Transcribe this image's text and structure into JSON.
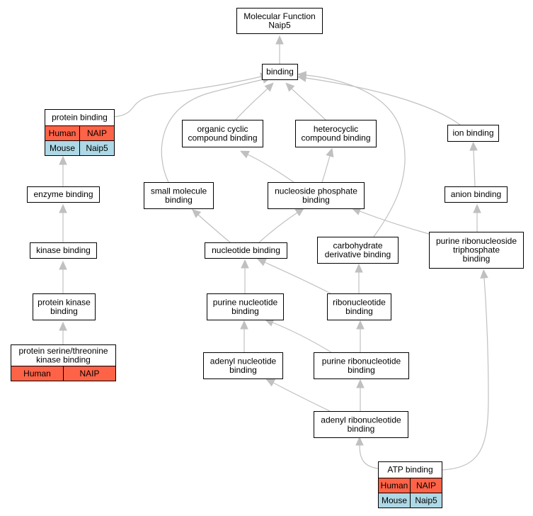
{
  "nodes": [
    {
      "id": "mf",
      "lines": [
        "Molecular Function",
        "Naip5"
      ]
    },
    {
      "id": "binding",
      "lines": [
        "binding"
      ]
    },
    {
      "id": "protein_binding",
      "lines": [
        "protein binding"
      ],
      "table": [
        [
          "Human",
          "NAIP"
        ],
        [
          "Mouse",
          "Naip5"
        ]
      ]
    },
    {
      "id": "org_cyclic",
      "lines": [
        "organic cyclic",
        "compound binding"
      ]
    },
    {
      "id": "heterocyclic",
      "lines": [
        "heterocyclic",
        "compound binding"
      ]
    },
    {
      "id": "ion_binding",
      "lines": [
        "ion binding"
      ]
    },
    {
      "id": "enzyme_binding",
      "lines": [
        "enzyme binding"
      ]
    },
    {
      "id": "small_molecule",
      "lines": [
        "small molecule",
        "binding"
      ]
    },
    {
      "id": "nucleoside_phosphate",
      "lines": [
        "nucleoside phosphate",
        "binding"
      ]
    },
    {
      "id": "anion_binding",
      "lines": [
        "anion binding"
      ]
    },
    {
      "id": "kinase_binding",
      "lines": [
        "kinase binding"
      ]
    },
    {
      "id": "nucleotide_binding",
      "lines": [
        "nucleotide binding"
      ]
    },
    {
      "id": "carbohydrate_deriv",
      "lines": [
        "carbohydrate",
        "derivative binding"
      ]
    },
    {
      "id": "purine_ribonucleoside_tp",
      "lines": [
        "purine ribonucleoside",
        "triphosphate",
        "binding"
      ]
    },
    {
      "id": "protein_kinase",
      "lines": [
        "protein kinase",
        "binding"
      ]
    },
    {
      "id": "purine_nucleotide",
      "lines": [
        "purine nucleotide",
        "binding"
      ]
    },
    {
      "id": "ribonucleotide",
      "lines": [
        "ribonucleotide",
        "binding"
      ]
    },
    {
      "id": "ser_thr_kinase",
      "lines": [
        "protein serine/threonine",
        "kinase binding"
      ],
      "table": [
        [
          "Human",
          "NAIP"
        ]
      ]
    },
    {
      "id": "adenyl_nucleotide",
      "lines": [
        "adenyl nucleotide",
        "binding"
      ]
    },
    {
      "id": "purine_ribonucleotide",
      "lines": [
        "purine ribonucleotide",
        "binding"
      ]
    },
    {
      "id": "adenyl_ribonucleotide",
      "lines": [
        "adenyl ribonucleotide",
        "binding"
      ]
    },
    {
      "id": "atp_binding",
      "lines": [
        "ATP binding"
      ],
      "table": [
        [
          "Human",
          "NAIP"
        ],
        [
          "Mouse",
          "Naip5"
        ]
      ]
    }
  ],
  "edges": [
    [
      "binding",
      "mf"
    ],
    [
      "protein_binding",
      "binding"
    ],
    [
      "org_cyclic",
      "binding"
    ],
    [
      "heterocyclic",
      "binding"
    ],
    [
      "ion_binding",
      "binding"
    ],
    [
      "small_molecule",
      "binding"
    ],
    [
      "carbohydrate_deriv",
      "binding"
    ],
    [
      "enzyme_binding",
      "protein_binding"
    ],
    [
      "kinase_binding",
      "enzyme_binding"
    ],
    [
      "protein_kinase",
      "kinase_binding"
    ],
    [
      "ser_thr_kinase",
      "protein_kinase"
    ],
    [
      "nucleoside_phosphate",
      "org_cyclic"
    ],
    [
      "nucleoside_phosphate",
      "heterocyclic"
    ],
    [
      "anion_binding",
      "ion_binding"
    ],
    [
      "purine_ribonucleoside_tp",
      "anion_binding"
    ],
    [
      "purine_ribonucleoside_tp",
      "nucleoside_phosphate"
    ],
    [
      "nucleotide_binding",
      "small_molecule"
    ],
    [
      "nucleotide_binding",
      "nucleoside_phosphate"
    ],
    [
      "purine_nucleotide",
      "nucleotide_binding"
    ],
    [
      "ribonucleotide",
      "nucleotide_binding"
    ],
    [
      "ribonucleotide",
      "carbohydrate_deriv"
    ],
    [
      "adenyl_nucleotide",
      "purine_nucleotide"
    ],
    [
      "purine_ribonucleotide",
      "purine_nucleotide"
    ],
    [
      "purine_ribonucleotide",
      "ribonucleotide"
    ],
    [
      "adenyl_ribonucleotide",
      "adenyl_nucleotide"
    ],
    [
      "adenyl_ribonucleotide",
      "purine_ribonucleotide"
    ],
    [
      "atp_binding",
      "adenyl_ribonucleotide"
    ],
    [
      "atp_binding",
      "purine_ribonucleoside_tp"
    ]
  ],
  "colors": {
    "human": "#ff6347",
    "mouse": "#add8e6",
    "edge": "#c0c0c0",
    "node_border": "#000000",
    "node_fill": "#ffffff"
  }
}
